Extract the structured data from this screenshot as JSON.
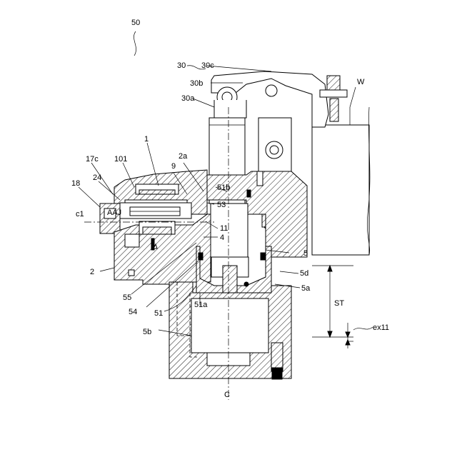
{
  "figure": {
    "labels": {
      "l50": "50",
      "l30": "30",
      "l30c": "30c",
      "l30b": "30b",
      "l30a": "30a",
      "lW": "W",
      "l1": "1",
      "l101": "101",
      "l17c": "17c",
      "l24": "24",
      "l18": "18",
      "lc1": "c1",
      "l9": "9",
      "l2a": "2a",
      "l51b": "51b",
      "l53": "53",
      "l11": "11",
      "l4": "4",
      "l5": "5",
      "l5d": "5d",
      "l5a": "5a",
      "l2": "2",
      "l55": "55",
      "l54": "54",
      "l51": "51",
      "l51a": "51a",
      "l5b": "5b",
      "lST": "ST",
      "lex11": "ex11",
      "lC": "C"
    }
  }
}
